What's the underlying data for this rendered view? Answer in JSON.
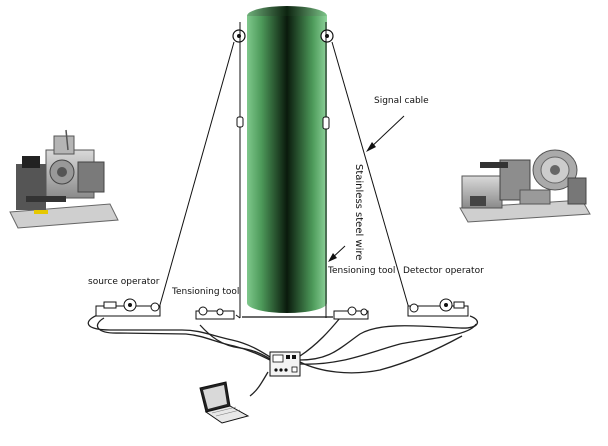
{
  "labels": {
    "signal_cable": "Signal cable",
    "stainless_steel_wire": "Stainless steel wire",
    "source_operator": "source operator",
    "tensioning_tool_left": "Tensioning tool",
    "tensioning_tool_right": "Tensioning tool",
    "detector_operator": "Detector operator"
  },
  "colors": {
    "column_dark": "#0a1a0c",
    "column_light": "#6dbb7a",
    "wire": "#111111",
    "machine_gray": "#8a8a8a"
  }
}
